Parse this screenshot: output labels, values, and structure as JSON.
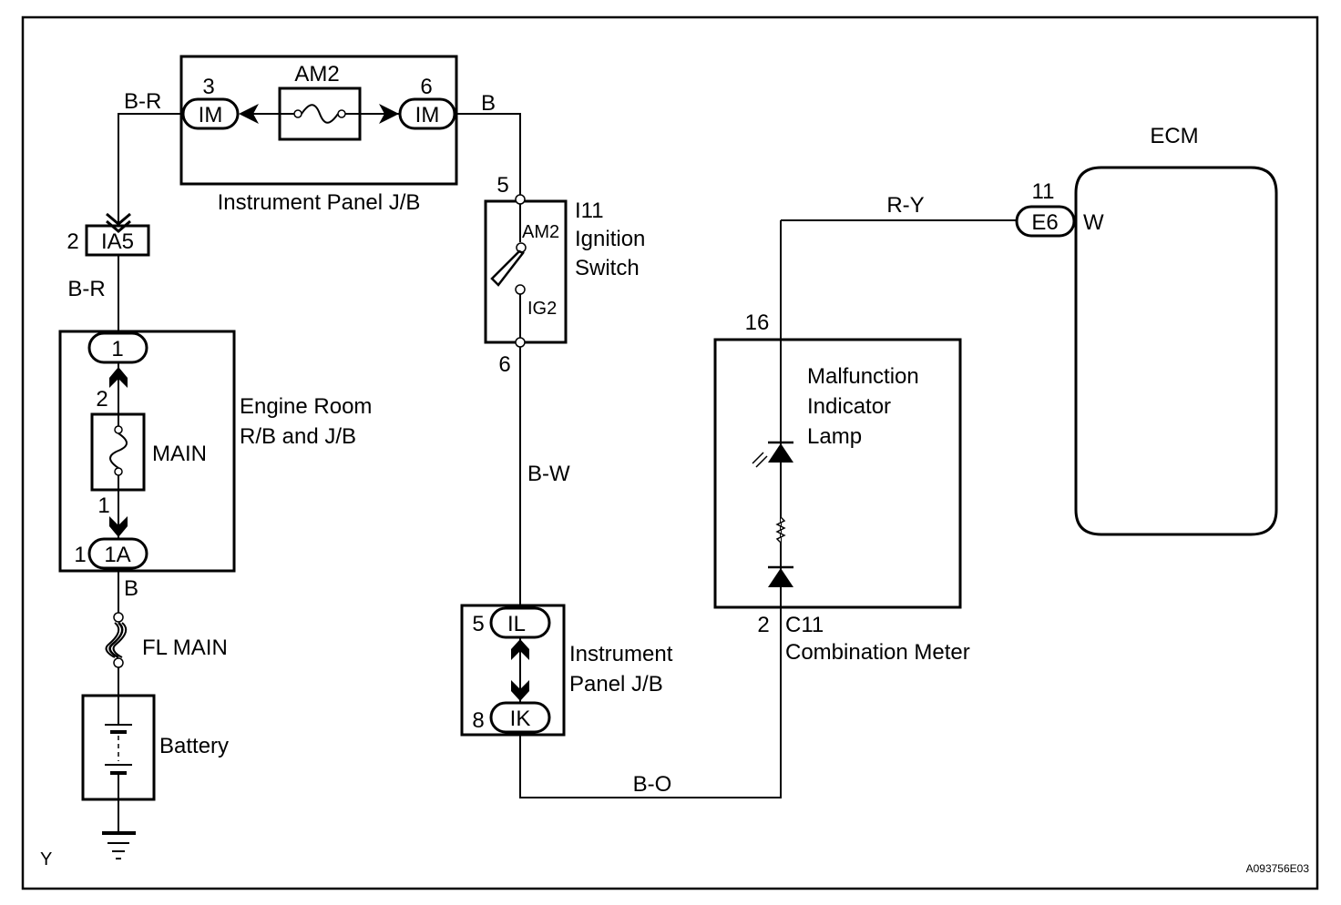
{
  "diagram": {
    "figure_id": "A093756E03",
    "corner_mark": "Y",
    "colors": {
      "line": "#000000",
      "background": "#ffffff"
    },
    "components": {
      "ip_jb_top": {
        "label": "Instrument Panel J/B",
        "fuse_label": "AM2",
        "left_connector": {
          "code": "IM",
          "pin": "3"
        },
        "right_connector": {
          "code": "IM",
          "pin": "6"
        }
      },
      "ia5": {
        "code": "IA5",
        "pin": "2"
      },
      "engine_room": {
        "label_line1": "Engine Room",
        "label_line2": "R/B and J/B",
        "fuse_label": "MAIN",
        "top_connector": {
          "code": "1"
        },
        "bottom_connector": {
          "code": "1A",
          "pin": "1"
        },
        "fuse_pin_top": "2",
        "fuse_pin_bottom": "1"
      },
      "fl_main": {
        "label": "FL MAIN"
      },
      "battery": {
        "label": "Battery"
      },
      "ignition_switch": {
        "code": "I11",
        "label_line1": "Ignition",
        "label_line2": "Switch",
        "pin_top": "5",
        "pin_bottom": "6",
        "contact_top": "AM2",
        "contact_bottom": "IG2"
      },
      "ip_jb_bottom": {
        "label_line1": "Instrument",
        "label_line2": "Panel J/B",
        "top_connector": {
          "code": "IL",
          "pin": "5"
        },
        "bottom_connector": {
          "code": "IK",
          "pin": "8"
        }
      },
      "combination_meter": {
        "code": "C11",
        "label": "Combination Meter",
        "pin_top": "16",
        "pin_bottom": "2",
        "lamp_line1": "Malfunction",
        "lamp_line2": "Indicator",
        "lamp_line3": "Lamp"
      },
      "ecm": {
        "label": "ECM",
        "connector": {
          "code": "E6",
          "pin": "11"
        },
        "wire_at_ecm": "W"
      }
    },
    "wires": {
      "ia5_to_im3": "B-R",
      "ia5_to_er": "B-R",
      "im6_to_ig": "B",
      "er_to_flmain": "B",
      "ig_to_il": "B-W",
      "ik_to_meter": "B-O",
      "meter_to_ecm": "R-Y"
    }
  }
}
